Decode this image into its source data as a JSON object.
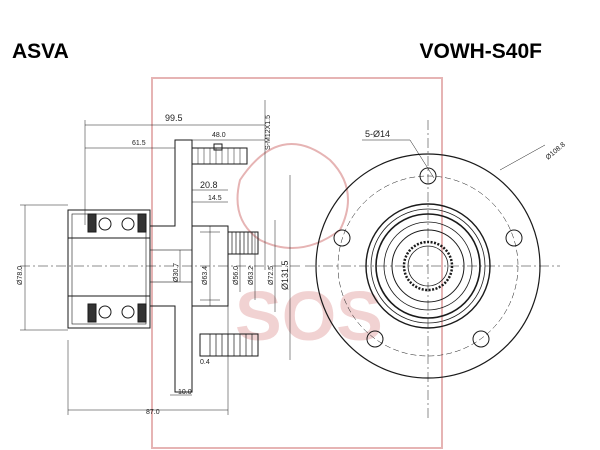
{
  "header": {
    "brand": "ASVA",
    "part_number": "VOWH-S40F"
  },
  "dimensions": {
    "overall_width": "99.5",
    "flange_offset": "48.0",
    "hub_length": "61.5",
    "stud_thread": "S-M12X1.5",
    "flange_thickness": "20.8",
    "pilot_depth": "14.5",
    "bearing_od": "Ø78.0",
    "d1": "Ø30.7",
    "d2": "Ø63.4",
    "d3": "Ø56.0",
    "d4": "Ø63.2",
    "d5": "Ø72.5",
    "flange_diameter": "Ø131.5",
    "small_gap": "0.4",
    "bottom_offset": "10.0",
    "total_length": "87.0",
    "stud_count_label": "5-Ø14",
    "pcd": "Ø108.8",
    "watermark_text": "SOS"
  },
  "colors": {
    "line": "#1a1a1a",
    "watermark": "#e6b4b4"
  }
}
